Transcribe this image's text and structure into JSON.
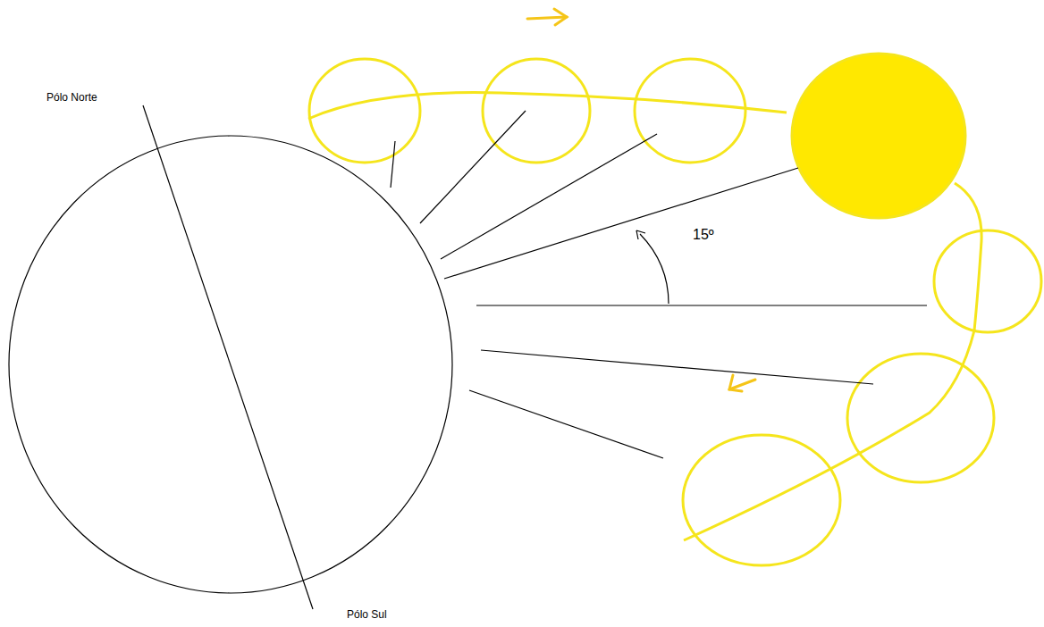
{
  "diagram": {
    "labels": [
      "Pólo Norte",
      "15º",
      "Pólo Sul"
    ]
  }
}
